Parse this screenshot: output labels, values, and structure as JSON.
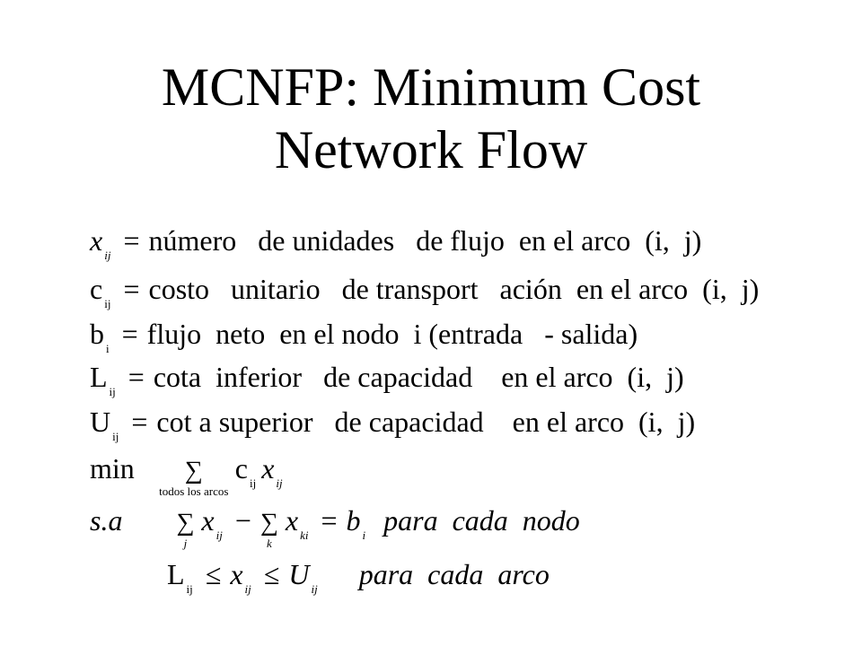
{
  "title": {
    "line1": "MCNFP: Minimum Cost",
    "line2": "Network Flow"
  },
  "definitions": [
    {
      "var": "x",
      "sub": "ij",
      "op": "=",
      "text": "número   de unidades   de flujo  en el arco  (i,  j)"
    },
    {
      "var": "c",
      "sub": "ij",
      "op": "=",
      "text": "costo   unitario   de transport   ación  en el arco  (i,  j)"
    },
    {
      "var": "b",
      "sub": "i",
      "op": "=",
      "text": "flujo  neto  en el nodo  i (entrada   - salida)"
    },
    {
      "var": "L",
      "sub": "ij",
      "op": "=",
      "text": "cota  inferior   de capacidad    en el arco  (i,  j)"
    },
    {
      "var": "U",
      "sub": "ij",
      "op": "=",
      "text": "cot a superior   de capacidad    en el arco  (i,  j)"
    }
  ],
  "objective": {
    "keyword": "min",
    "sigma": "∑",
    "sigma_under": "todos los arcos",
    "c": "c",
    "c_sub": "ij",
    "x": "x",
    "x_sub": "ij"
  },
  "constraint1": {
    "label": "s.a",
    "sigma": "∑",
    "sum1_index": "j",
    "x1": "x",
    "x1_sub": "ij",
    "minus": "−",
    "sum2_index": "k",
    "x2": "x",
    "x2_sub": "ki",
    "eq": "=",
    "b": "b",
    "b_sub": "i",
    "text": "para  cada  nodo"
  },
  "constraint2": {
    "L": "L",
    "L_sub": "ij",
    "le1": "≤",
    "x": "x",
    "x_sub": "ij",
    "le2": "≤",
    "U": "U",
    "U_sub": "ij",
    "text": "para  cada  arco"
  }
}
